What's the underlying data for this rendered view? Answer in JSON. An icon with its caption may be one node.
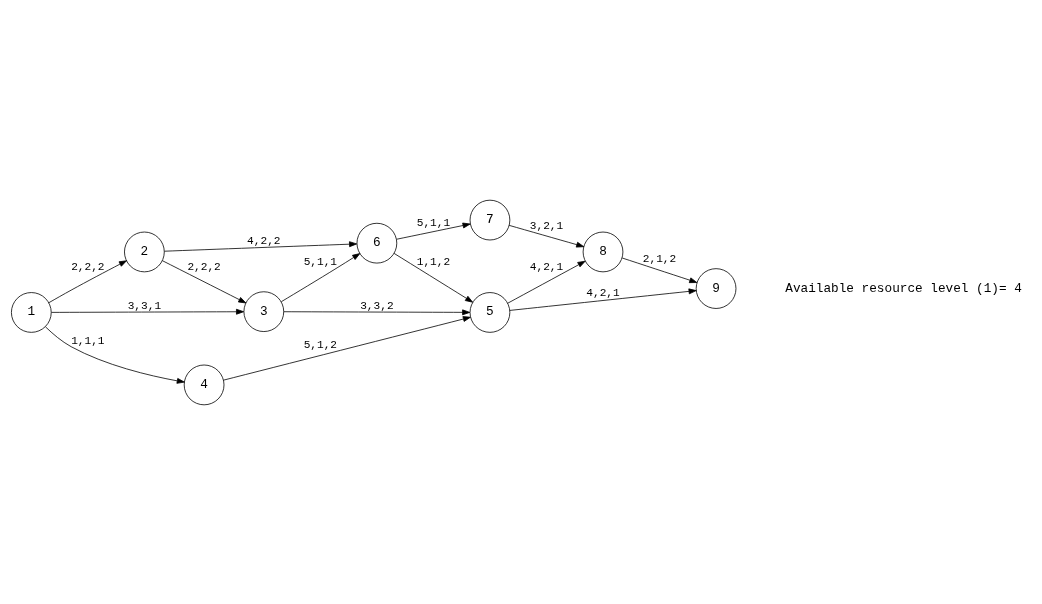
{
  "diagram": {
    "nodes": [
      {
        "text": [
          "1"
        ]
      },
      {
        "text": [
          "2"
        ]
      },
      {
        "text": [
          "3"
        ]
      },
      {
        "text": [
          "4"
        ]
      },
      {
        "text": [
          "5"
        ]
      },
      {
        "text": [
          "6"
        ]
      },
      {
        "text": [
          "7"
        ]
      },
      {
        "text": [
          "8"
        ]
      },
      {
        "text": [
          "9"
        ]
      }
    ],
    "edges": [
      {
        "from": 0,
        "to": 1,
        "arrow": "to",
        "label": "2,2,2"
      },
      {
        "from": 0,
        "to": 2,
        "arrow": "to",
        "label": "3,3,1"
      },
      {
        "from": 0,
        "to": 3,
        "arrow": "to",
        "label": "1,1,1"
      },
      {
        "from": 1,
        "to": 5,
        "arrow": "to",
        "label": "4,2,2"
      },
      {
        "from": 1,
        "to": 2,
        "arrow": "to",
        "label": "2,2,2"
      },
      {
        "from": 2,
        "to": 5,
        "arrow": "to",
        "label": "5,1,1"
      },
      {
        "from": 2,
        "to": 4,
        "arrow": "to",
        "label": "3,3,2"
      },
      {
        "from": 5,
        "to": 6,
        "arrow": "to",
        "label": "5,1,1"
      },
      {
        "from": 5,
        "to": 4,
        "arrow": "to",
        "label": "1,1,2"
      },
      {
        "from": 6,
        "to": 7,
        "arrow": "to",
        "label": "3,2,1"
      },
      {
        "from": 4,
        "to": 7,
        "arrow": "to",
        "label": "4,2,1"
      },
      {
        "from": 7,
        "to": 8,
        "arrow": "to",
        "label": "2,1,2"
      },
      {
        "from": 4,
        "to": 8,
        "arrow": "to",
        "label": "4,2,1"
      },
      {
        "from": 3,
        "to": 4,
        "arrow": "to",
        "label": "5,1,2"
      }
    ],
    "labels": [
      "Available resource level (1)= 4"
    ]
  }
}
